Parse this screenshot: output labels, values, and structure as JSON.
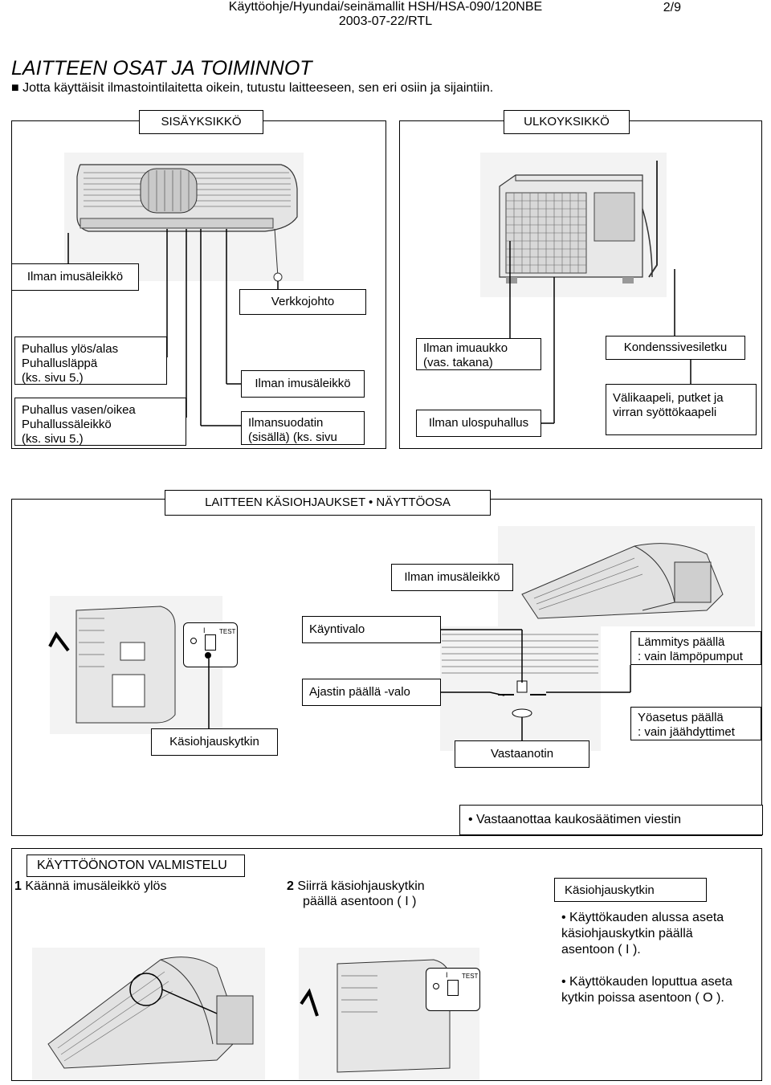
{
  "header": {
    "line1": "Käyttöohje/Hyundai/seinämallit HSH/HSA-090/120NBE",
    "line2": "2003-07-22/RTL",
    "page": "2/9"
  },
  "section_title": "LAITTEEN OSAT JA TOIMINNOT",
  "intro": {
    "bullet": "■",
    "text": "Jotta käyttäisit ilmastointilaitetta oikein, tutustu laitteeseen, sen eri osiin ja sijaintiin."
  },
  "indoor": {
    "title": "SISÄYKSIKKÖ",
    "air_intake_grille": "Ilman imusäleikkö",
    "power_cord": "Verkkojohto",
    "updown": [
      "Puhallus ylös/alas",
      "Puhallusläppä",
      "(ks. sivu 5.)"
    ],
    "leftright": [
      "Puhallus vasen/oikea",
      "Puhallussäleikkö",
      "(ks. sivu 5.)"
    ],
    "intake_grille2": "Ilman imusäleikkö",
    "filter": [
      "Ilmansuodatin",
      "(sisällä) (ks. sivu"
    ]
  },
  "outdoor": {
    "title": "ULKOYKSIKKÖ",
    "air_inlet": [
      "Ilman imuaukko",
      "(vas. takana)"
    ],
    "air_outlet": "Ilman ulospuhallus",
    "drain_hose": "Kondenssivesiletku",
    "cables": [
      "Välikaapeli, putket ja",
      "virran syöttökaapeli"
    ]
  },
  "controls": {
    "title": "LAITTEEN KÄSIOHJAUKSET • NÄYTTÖOSA",
    "air_intake_grille": "Ilman imusäleikkö",
    "run_light": "Käyntivalo",
    "timer_light": "Ajastin päällä -valo",
    "manual_switch": "Käsiohjauskytkin",
    "receiver": "Vastaanotin",
    "heating": [
      "Lämmitys päällä",
      ": vain lämpöpumput"
    ],
    "night": [
      "Yöasetus päällä",
      ": vain jäähdyttimet"
    ],
    "receiver_note": "• Vastaanottaa kaukosäätimen viestin"
  },
  "prep": {
    "title": "KÄYTTÖÖNOTON VALMISTELU",
    "step1_num": "1",
    "step1": "Käännä imusäleikkö ylös",
    "step2_num": "2",
    "step2_a": "Siirrä käsiohjauskytkin",
    "step2_b": "päällä asentoon ( I )",
    "switch_title": "Käsiohjauskytkin",
    "bullet1": [
      "• Käyttökauden alussa aseta",
      "käsiohjauskytkin päällä",
      "asentoon ( I )."
    ],
    "bullet2": [
      "• Käyttökauden loputtua aseta",
      "kytkin poissa asentoon ( O )."
    ]
  },
  "panel": {
    "label": "TEST",
    "on": "I",
    "off": "O"
  }
}
